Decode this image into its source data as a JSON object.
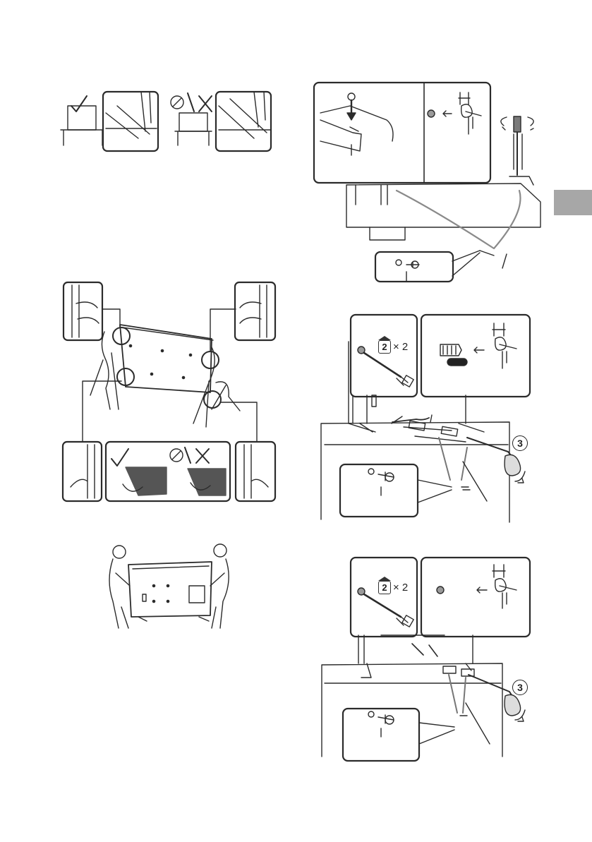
{
  "badges": {
    "count_a_num": "2",
    "count_a_mult": "× 2",
    "count_b_num": "2",
    "count_b_mult": "× 2"
  },
  "steps": {
    "screw_step_a": "3",
    "screw_step_b": "3"
  },
  "colors": {
    "line": "#2b2b2b",
    "tab": "#a7a7a7",
    "fill": "#7a7a7a"
  }
}
